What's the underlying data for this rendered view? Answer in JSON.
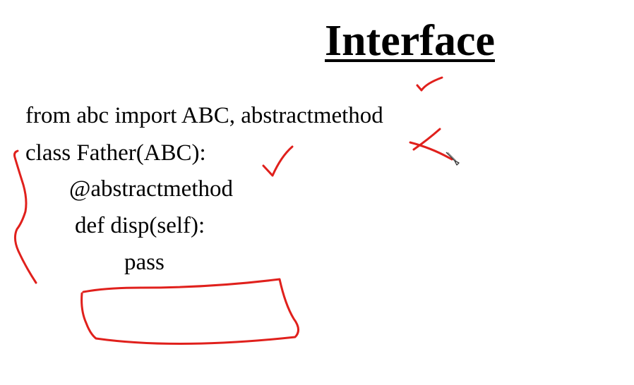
{
  "slide": {
    "title": "Interface",
    "code_lines": [
      "from abc import ABC, abstractmethod",
      "class Father(ABC):",
      "@abstractmethod",
      "def disp(self):",
      "pass"
    ]
  },
  "annotations": {
    "ink_color": "#e0201c",
    "marks": [
      "checkmark",
      "cross-mark",
      "checkmark",
      "left-brace",
      "empty-box"
    ]
  },
  "cursor": {
    "icon": "pencil-cursor-icon"
  }
}
